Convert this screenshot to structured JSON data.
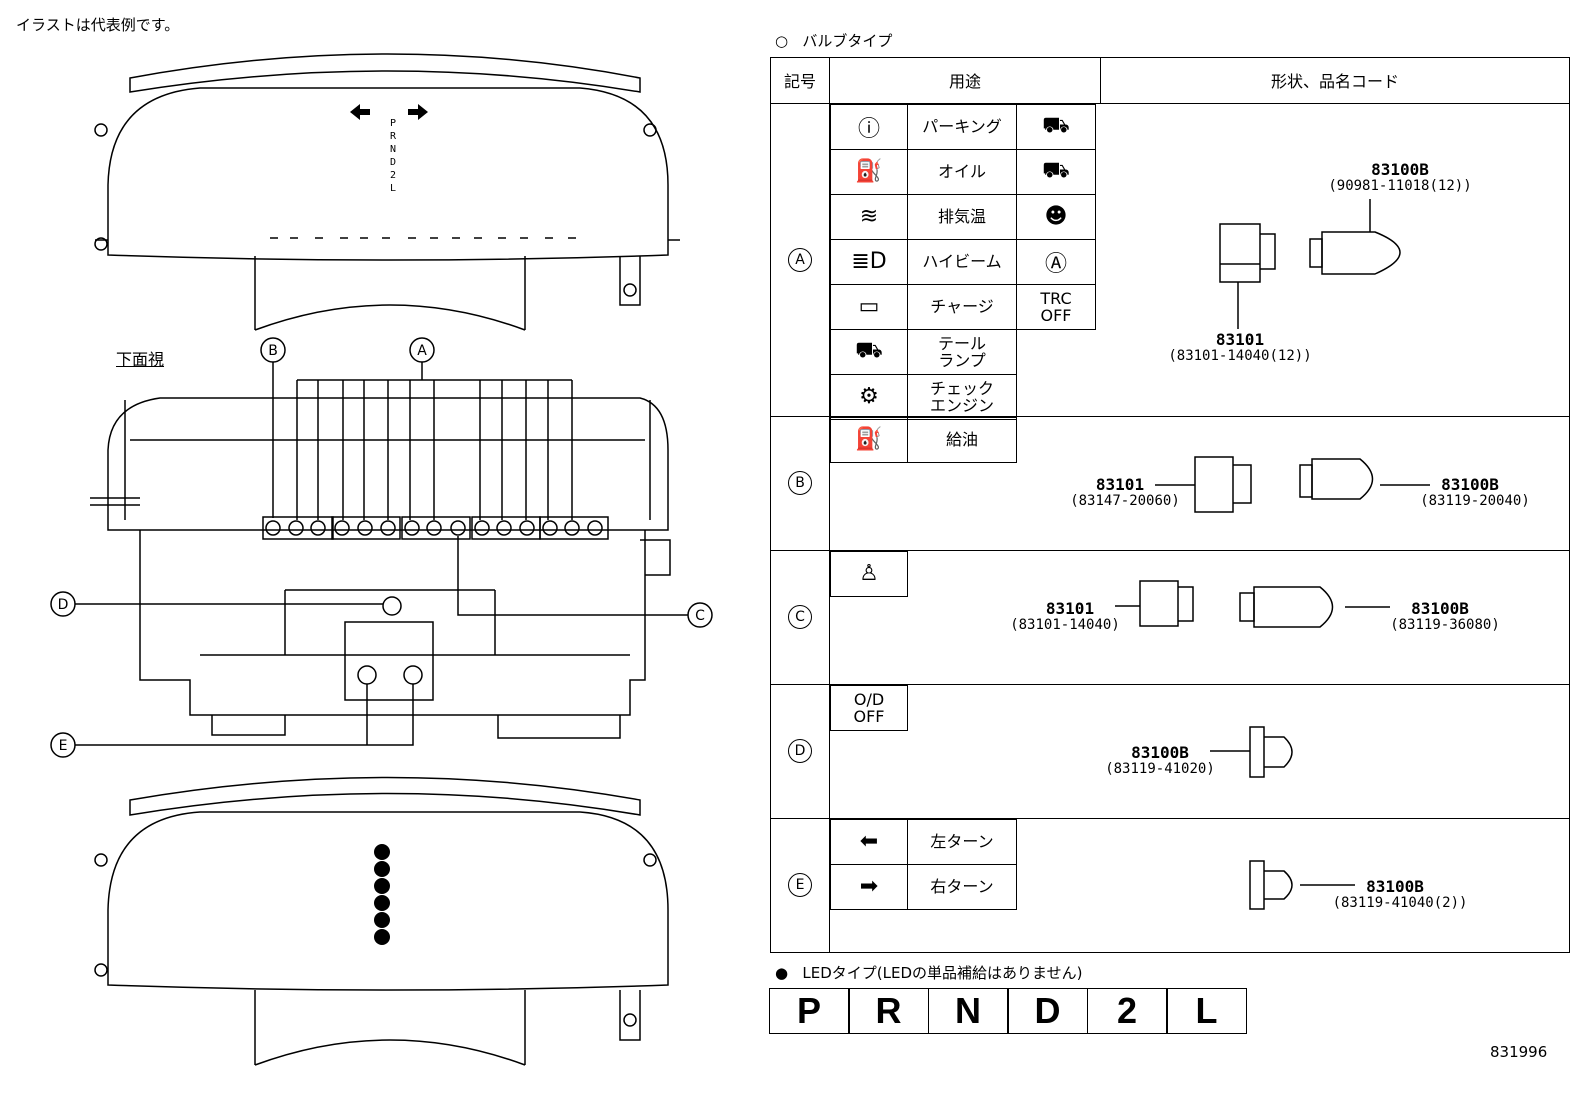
{
  "note": "イラストは代表例です。",
  "view_label": "下面視",
  "callouts": {
    "A": "A",
    "B": "B",
    "C": "C",
    "D": "D",
    "E": "E"
  },
  "gear_labels": [
    "P",
    "R",
    "N",
    "D",
    "2",
    "L"
  ],
  "bulb_section": {
    "title": "バルブタイプ",
    "headers": {
      "symbol": "記号",
      "use": "用途",
      "shape": "形状、品名コード"
    },
    "groups": {
      "A": {
        "symbol": "A",
        "uses": [
          "パーキング",
          "オイル",
          "排気温",
          "ハイビーム",
          "チャージ",
          "テール\nランプ",
          "チェック\nエンジン",
          "給油"
        ],
        "extra_labels": [
          "TRC\nOFF"
        ],
        "parts": [
          {
            "number": "83100B",
            "code": "(90981-11018(12))"
          },
          {
            "number": "83101",
            "code": "(83101-14040(12))"
          }
        ]
      },
      "B": {
        "symbol": "B",
        "parts": [
          {
            "number": "83101",
            "code": "(83147-20060)"
          },
          {
            "number": "83100B",
            "code": "(83119-20040)"
          }
        ]
      },
      "C": {
        "symbol": "C",
        "parts": [
          {
            "number": "83101",
            "code": "(83101-14040)"
          },
          {
            "number": "83100B",
            "code": "(83119-36080)"
          }
        ]
      },
      "D": {
        "symbol": "D",
        "extra_labels": [
          "O/D\nOFF"
        ],
        "parts": [
          {
            "number": "83100B",
            "code": "(83119-41020)"
          }
        ]
      },
      "E": {
        "symbol": "E",
        "uses": [
          "左ターン",
          "右ターン"
        ],
        "parts": [
          {
            "number": "83100B",
            "code": "(83119-41040(2))"
          }
        ]
      }
    }
  },
  "led_section": {
    "title": "LEDタイプ(LEDの単品補給はありません)",
    "letters": [
      "P",
      "R",
      "N",
      "D",
      "2",
      "L"
    ]
  },
  "diagram_id": "831996"
}
